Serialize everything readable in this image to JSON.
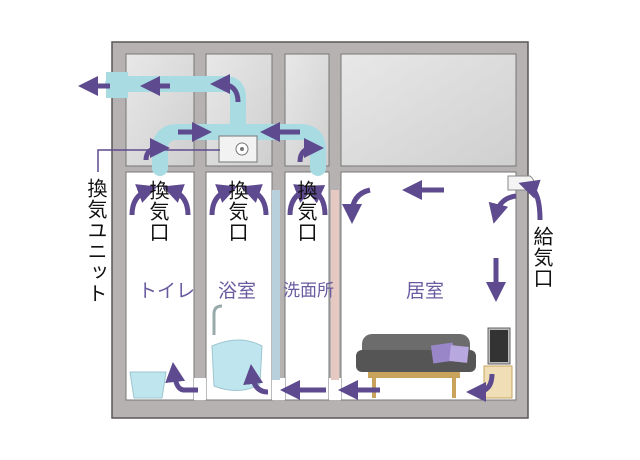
{
  "labels": {
    "exhaust_unit": "換気ユニット",
    "supply_inlet": "給気口",
    "exhaust_vent_1": "換気口",
    "exhaust_vent_2": "換気口",
    "exhaust_vent_3": "換気口"
  },
  "rooms": {
    "toilet": "トイレ",
    "bathroom": "浴室",
    "washroom": "洗面所",
    "living": "居室"
  },
  "colors": {
    "wall": "#b6b2b2",
    "wall_stroke": "#5a5656",
    "room_fill": "#ffffff",
    "window_fill": "#d7d7d7",
    "duct": "#a9dbe3",
    "arrow": "#5e4a8e",
    "room_text": "#6a5aa0",
    "pipe_blue": "#b7d0dc",
    "pipe_pink": "#e6c9c2",
    "sofa": "#6c6c6c",
    "table": "#c9a35b",
    "cushion": "#9886c8",
    "tub": "#bfe6ef"
  }
}
